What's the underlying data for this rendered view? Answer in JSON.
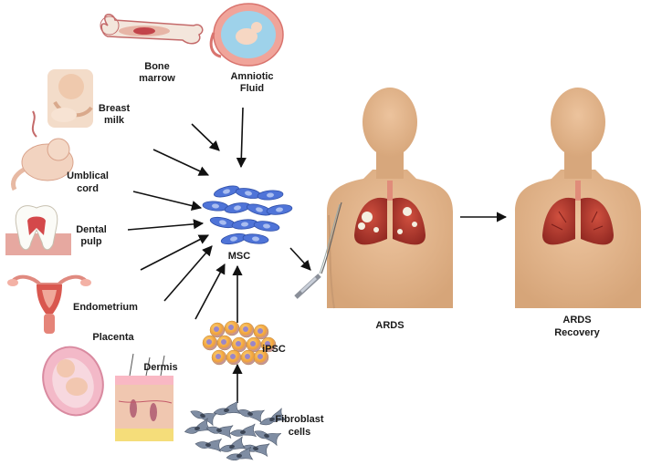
{
  "sources": {
    "bone_marrow": [
      "Bone",
      "marrow"
    ],
    "amniotic_fluid": [
      "Amniotic",
      "Fluid"
    ],
    "breast_milk": [
      "Breast",
      "milk"
    ],
    "umbilical_cord": [
      "Umblical",
      "cord"
    ],
    "dental_pulp": [
      "Dental",
      "pulp"
    ],
    "endometrium": "Endometrium",
    "placenta": "Placenta",
    "dermis": "Dermis"
  },
  "center": {
    "msc": "MSC",
    "ipsc": "iPSC",
    "fibroblast": [
      "Fibroblast",
      "cells"
    ]
  },
  "outcome": {
    "ards": "ARDS",
    "recovery": [
      "ARDS",
      "Recovery"
    ]
  },
  "colors": {
    "skin": "#e2b48c",
    "skin_shade": "#c99a72",
    "lung": "#b8352f",
    "lung_dark": "#8a2420",
    "cell_blue": "#4f74d8",
    "ipsc_orange": "#f2a33a",
    "ipsc_purple": "#9a86c8",
    "fibro_grey": "#7f8da3",
    "arrow": "#111111"
  }
}
